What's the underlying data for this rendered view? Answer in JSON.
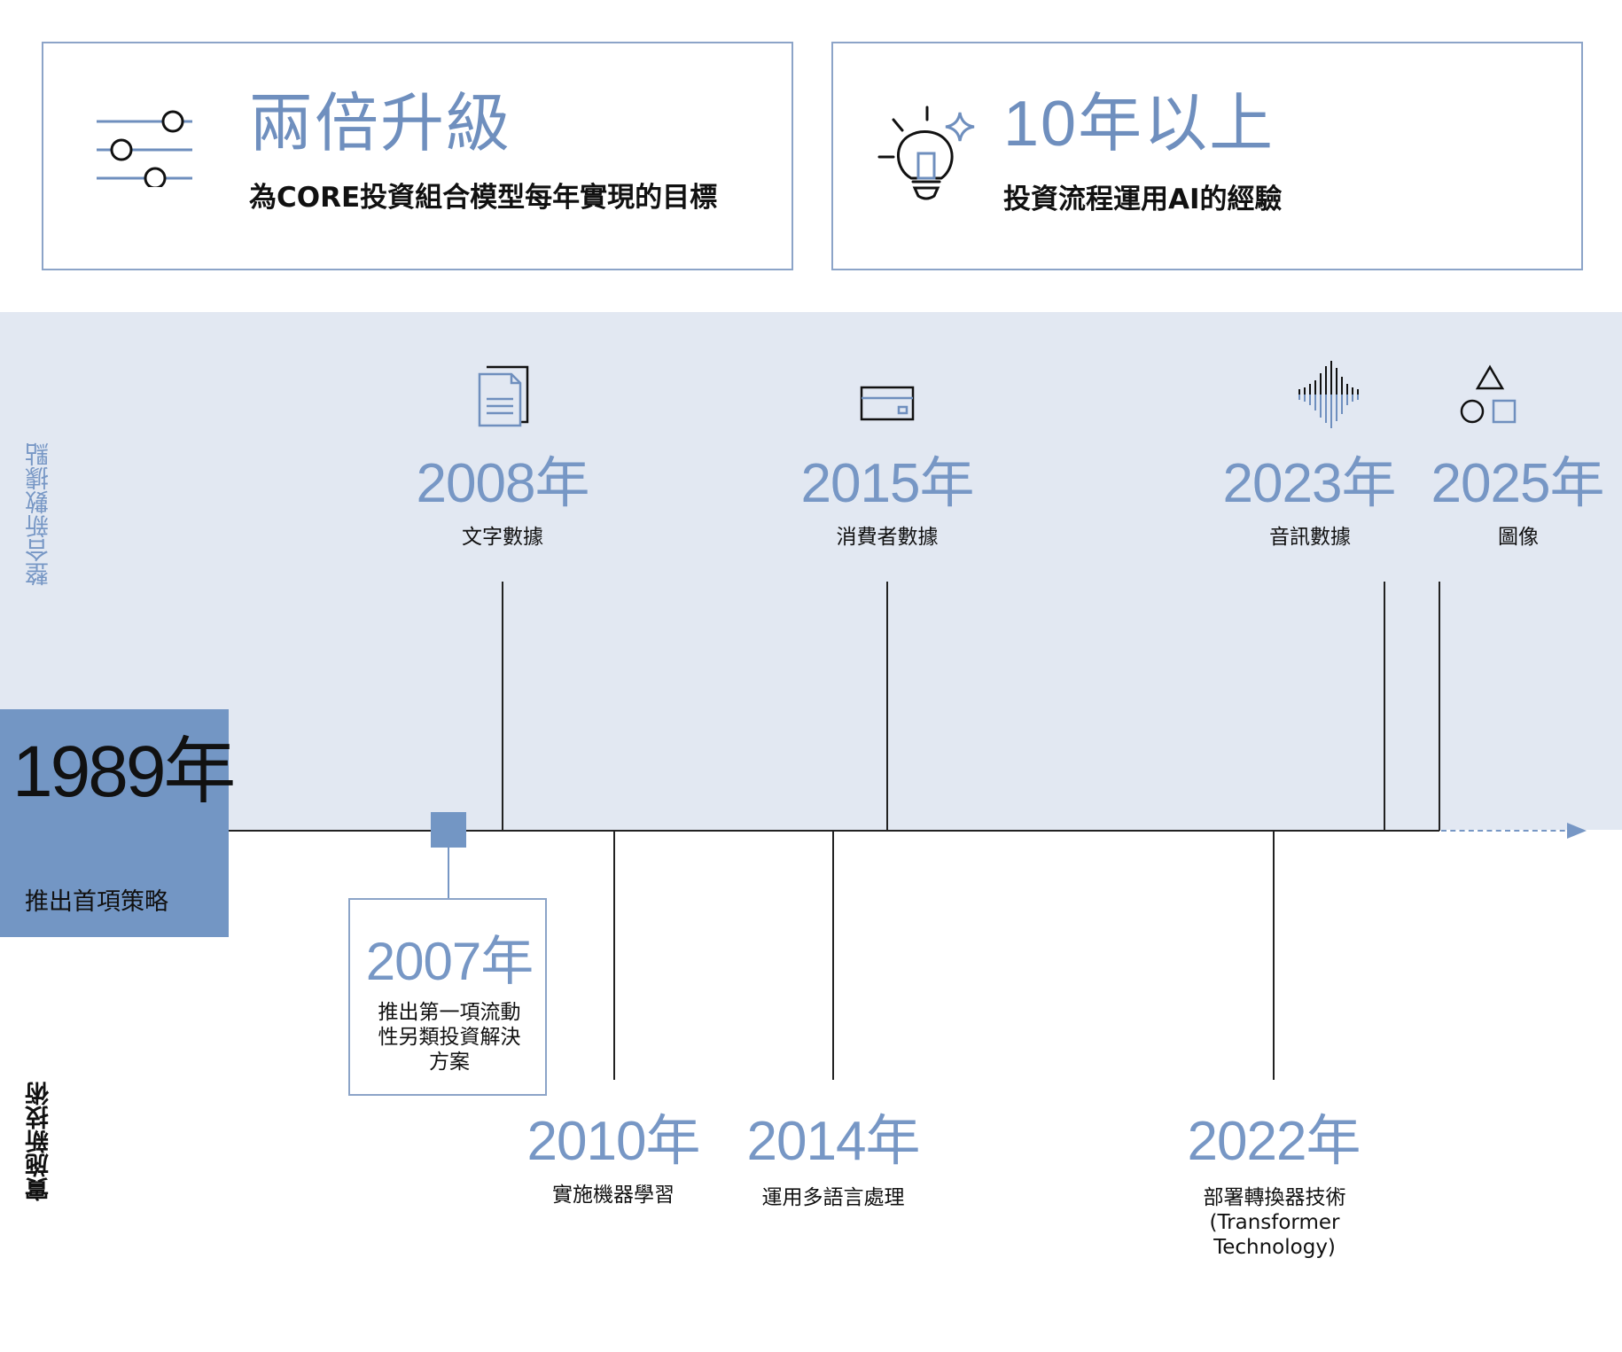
{
  "cards": [
    {
      "title": "兩倍升級",
      "subtitle": "為CORE投資組合模型每年實現的目標",
      "icon": "sliders-icon"
    },
    {
      "title": "10年以上",
      "subtitle": "投資流程運用AI的經驗",
      "icon": "lightbulb-icon"
    }
  ],
  "labels": {
    "top": "整合新數據點",
    "bottom": "實施新技術"
  },
  "start": {
    "year": "1989年",
    "description": "推出首項策略"
  },
  "data_events": [
    {
      "year": "2008年",
      "description": "文字數據",
      "icon": "document-icon"
    },
    {
      "year": "2015年",
      "description": "消費者數據",
      "icon": "credit-card-icon"
    },
    {
      "year": "2023年",
      "description": "音訊數據",
      "icon": "sound-wave-icon"
    },
    {
      "year": "2025年",
      "description": "圖像",
      "icon": "shapes-icon"
    }
  ],
  "tech_events": [
    {
      "year": "2007年",
      "description": "推出第一項流動性另類投資解決方案"
    },
    {
      "year": "2010年",
      "description": "實施機器學習"
    },
    {
      "year": "2014年",
      "description": "運用多語言處理"
    },
    {
      "year": "2022年",
      "description": "部署轉換器技術",
      "note_line1": "(Transformer",
      "note_line2": "Technology)"
    }
  ],
  "colors": {
    "accent": "#7797c5",
    "band": "#e2e8f2",
    "start_box": "#7396c4",
    "border": "#8ca4c8"
  }
}
